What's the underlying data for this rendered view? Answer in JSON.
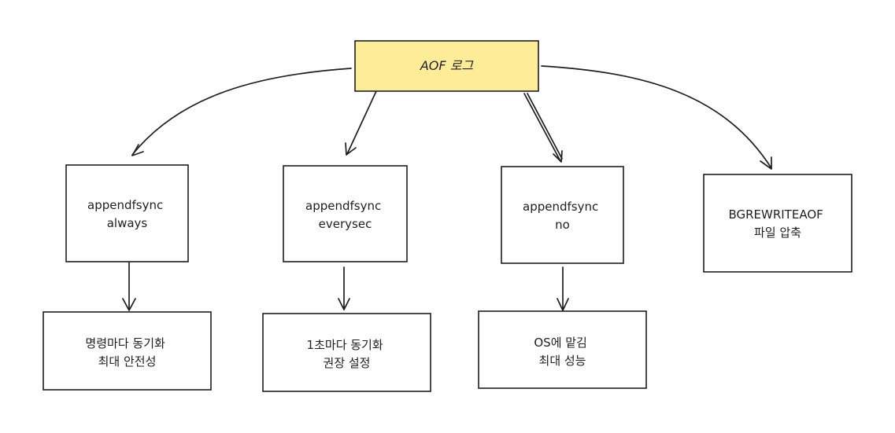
{
  "colors": {
    "root_fill": "#ffec99",
    "stroke": "#1e1e1e",
    "background": "#ffffff"
  },
  "nodes": {
    "root": {
      "lines": [
        "AOF 로그"
      ]
    },
    "always": {
      "lines": [
        "appendfsync",
        "always"
      ]
    },
    "everysec": {
      "lines": [
        "appendfsync",
        "everysec"
      ]
    },
    "no": {
      "lines": [
        "appendfsync",
        "no"
      ]
    },
    "bgrewrite": {
      "lines": [
        "BGREWRITEAOF",
        "파일 압축"
      ]
    },
    "always_desc": {
      "lines": [
        "명령마다 동기화",
        "최대 안전성"
      ]
    },
    "everysec_desc": {
      "lines": [
        "1초마다 동기화",
        "권장 설정"
      ]
    },
    "no_desc": {
      "lines": [
        "OS에 맡김",
        "최대 성능"
      ]
    }
  },
  "edges": [
    {
      "from": "root",
      "to": "always"
    },
    {
      "from": "root",
      "to": "everysec"
    },
    {
      "from": "root",
      "to": "no"
    },
    {
      "from": "root",
      "to": "bgrewrite"
    },
    {
      "from": "always",
      "to": "always_desc"
    },
    {
      "from": "everysec",
      "to": "everysec_desc"
    },
    {
      "from": "no",
      "to": "no_desc"
    }
  ]
}
